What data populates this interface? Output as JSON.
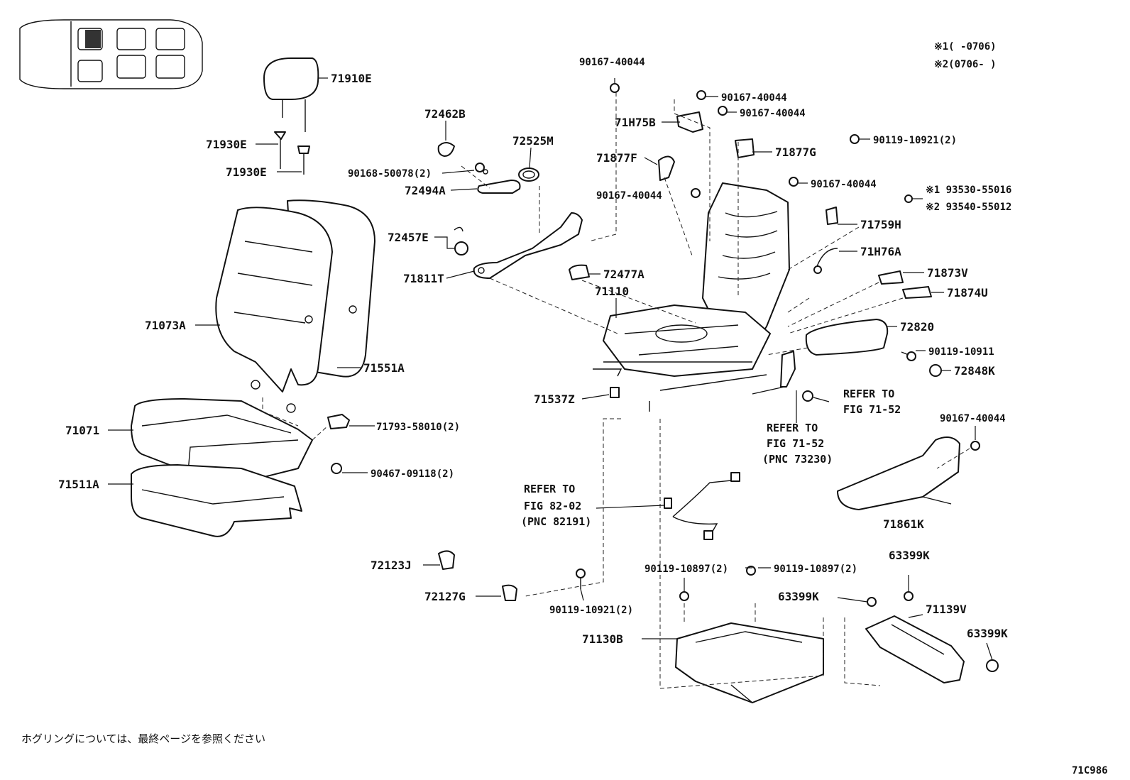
{
  "figure_code": "71C986",
  "footer_note": "ホグリングについては、最終ページを参照ください",
  "legend": {
    "l1": "※1(    -0706)",
    "l2": "※2(0706-    )"
  },
  "refs": {
    "r1": {
      "l1": "REFER TO",
      "l2": "FIG 71-52"
    },
    "r2": {
      "l1": "REFER TO",
      "l2": "FIG 71-52",
      "l3": "(PNC 73230)"
    },
    "r3": {
      "l1": "REFER TO",
      "l2": "FIG 82-02",
      "l3": "(PNC 82191)"
    }
  },
  "parts": {
    "p71910E": "71910E",
    "p71930E_1": "71930E",
    "p71930E_2": "71930E",
    "p72462B": "72462B",
    "p72525M": "72525M",
    "p90168": "90168-50078(2)",
    "p72494A": "72494A",
    "p72457E": "72457E",
    "p71811T": "71811T",
    "p72477A": "72477A",
    "p71110": "71110",
    "p71073A": "71073A",
    "p71551A": "71551A",
    "p71537Z": "71537Z",
    "p71071": "71071",
    "p71793": "71793-58010(2)",
    "p90467": "90467-09118(2)",
    "p71511A": "71511A",
    "p72123J": "72123J",
    "p72127G": "72127G",
    "p90119_10921_b": "90119-10921(2)",
    "p90167_top": "90167-40044",
    "p90167_a": "90167-40044",
    "p90167_b": "90167-40044",
    "p71H75B": "71H75B",
    "p71877G": "71877G",
    "p90119_10921_a": "90119-10921(2)",
    "p71877F": "71877F",
    "p90167_c": "90167-40044",
    "p90167_d": "90167-40044",
    "p93530": "※1  93530-55016",
    "p93540": "※2  93540-55012",
    "p71759H": "71759H",
    "p71H76A": "71H76A",
    "p71873V": "71873V",
    "p71874U": "71874U",
    "p72820": "72820",
    "p90119_10911": "90119-10911",
    "p72848K": "72848K",
    "p90167_e": "90167-40044",
    "p71861K": "71861K",
    "p90119_10897_a": "90119-10897(2)",
    "p90119_10897_b": "90119-10897(2)",
    "p71130B": "71130B",
    "p63399K_a": "63399K",
    "p63399K_b": "63399K",
    "p71139V": "71139V",
    "p63399K_c": "63399K"
  }
}
